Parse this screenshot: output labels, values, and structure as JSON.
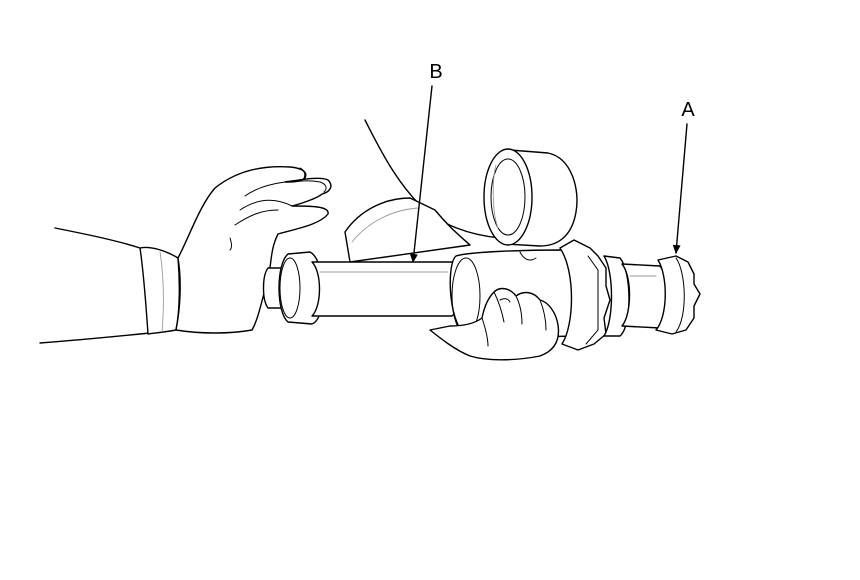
{
  "callouts": {
    "a": {
      "label": "A",
      "target": "end-cap-nut"
    },
    "b": {
      "label": "B",
      "target": "tester-body-tube"
    }
  },
  "colors": {
    "line": "#000000",
    "background": "#ffffff",
    "ghost_line": "#9a9a9a"
  }
}
